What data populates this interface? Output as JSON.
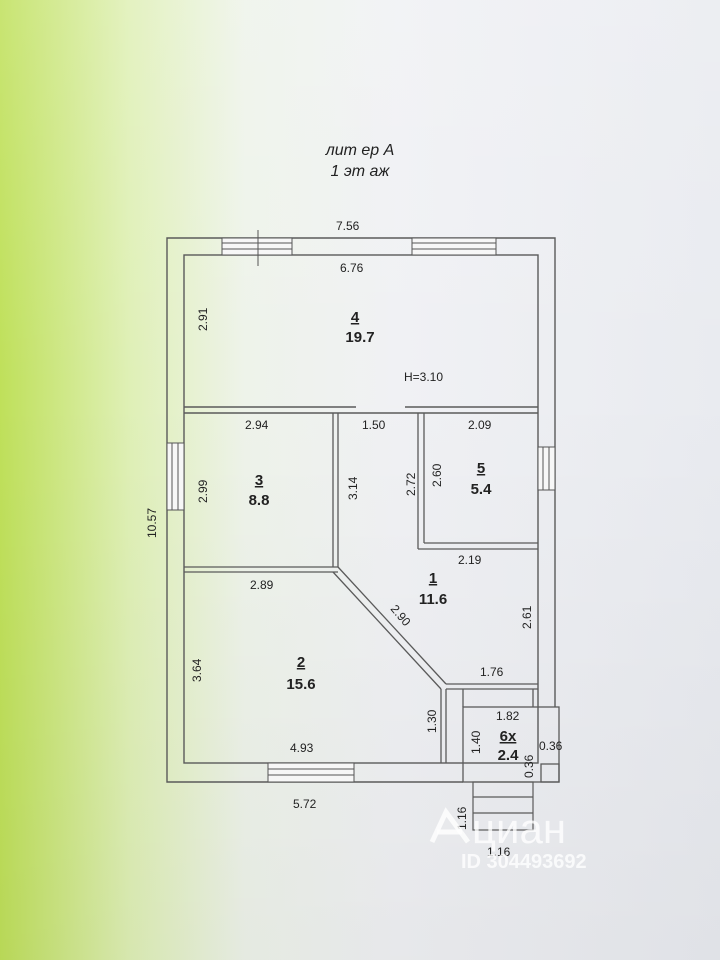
{
  "header": {
    "title_line1": "лит ер  А",
    "title_line2": "1 эт аж"
  },
  "dimensions": {
    "outer_width_top": "7.56",
    "outer_height_left": "10.57",
    "outer_width_bottom": "5.72",
    "room4_width": "6.76",
    "room4_height": "2.91",
    "ceiling_height": "H=3.10",
    "room3_width": "2.94",
    "room3_height": "2.99",
    "corridor_width": "1.50",
    "corridor_height": "3.14",
    "room5_width_top": "2.09",
    "room5_height_left": "2.72",
    "room5_height_inner": "2.60",
    "room5_width_bottom": "2.19",
    "room1_diagonal": "2.90",
    "room1_height_right": "2.61",
    "room1_width_bottom": "1.76",
    "room2_width_top": "2.89",
    "room2_height_left": "3.64",
    "room2_width_bottom": "4.93",
    "room2_height_right": "1.30",
    "porch_width": "1.82",
    "porch_height": "1.40",
    "porch_side": "0.36",
    "porch_side2": "0.36",
    "stairs_height": "1.16",
    "stairs_width": "1.16"
  },
  "rooms": [
    {
      "number": "4",
      "area": "19.7"
    },
    {
      "number": "3",
      "area": "8.8"
    },
    {
      "number": "5",
      "area": "5.4"
    },
    {
      "number": "1",
      "area": "11.6"
    },
    {
      "number": "2",
      "area": "15.6"
    },
    {
      "number": "6х",
      "area": "2.4"
    }
  ],
  "watermark": {
    "brand": "циан",
    "listing_id": "ID 304493692"
  },
  "colors": {
    "line": "#555555",
    "wall": "#666666",
    "watermark": "#ffffff"
  }
}
